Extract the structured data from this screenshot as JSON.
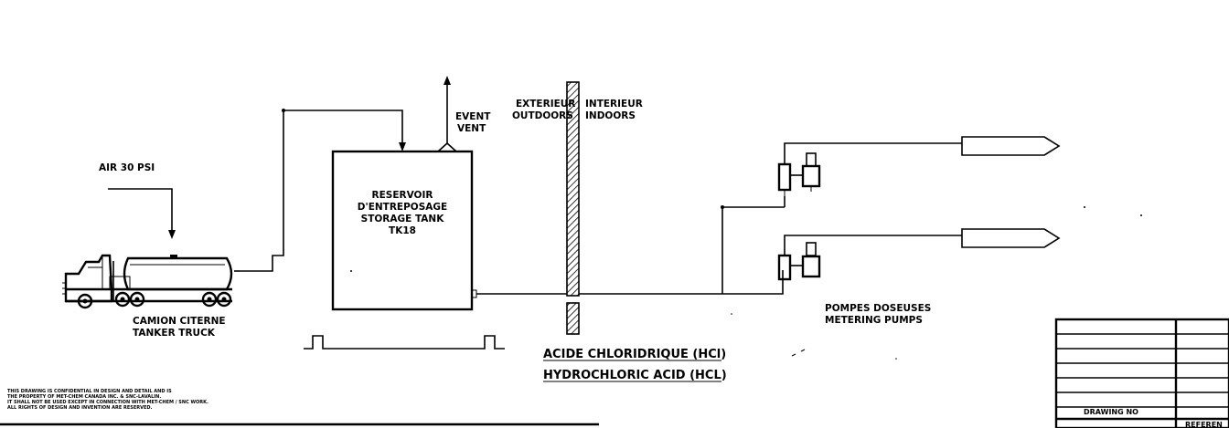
{
  "labels": {
    "air": "AIR 30 PSI",
    "event_fr": "EVENT",
    "event_en": "VENT",
    "exterieur_fr": "EXTERIEUR",
    "exterieur_en": "OUTDOORS",
    "interieur_fr": "INTERIEUR",
    "interieur_en": "INDOORS",
    "tank_line1": "RESERVOIR",
    "tank_line2": "D'ENTREPOSAGE",
    "tank_line3": "STORAGE TANK",
    "tank_line4": "TK18",
    "truck_fr": "CAMION CITERNE",
    "truck_en": "TANKER TRUCK",
    "pumps_fr": "POMPES DOSEUSES",
    "pumps_en": "METERING PUMPS",
    "acid_fr": "ACIDE CHLORIDRIQUE (HCl)",
    "acid_en": "HYDROCHLORIC ACID (HCL)"
  },
  "disclaimer": [
    "THIS DRAWING IS CONFIDENTIAL IN DESIGN AND DETAIL AND IS",
    "THE PROPERTY OF MET-CHEM CANADA INC. & SNC-LAVALIN.",
    "IT SHALL NOT BE USED EXCEPT IN CONNECTION WITH MET-CHEM / SNC WORK.",
    "ALL RIGHTS OF DESIGN AND INVENTION ARE RESERVED."
  ],
  "title_block": {
    "drawing_no_label": "DRAWING NO",
    "reference_label": "REFEREN"
  }
}
